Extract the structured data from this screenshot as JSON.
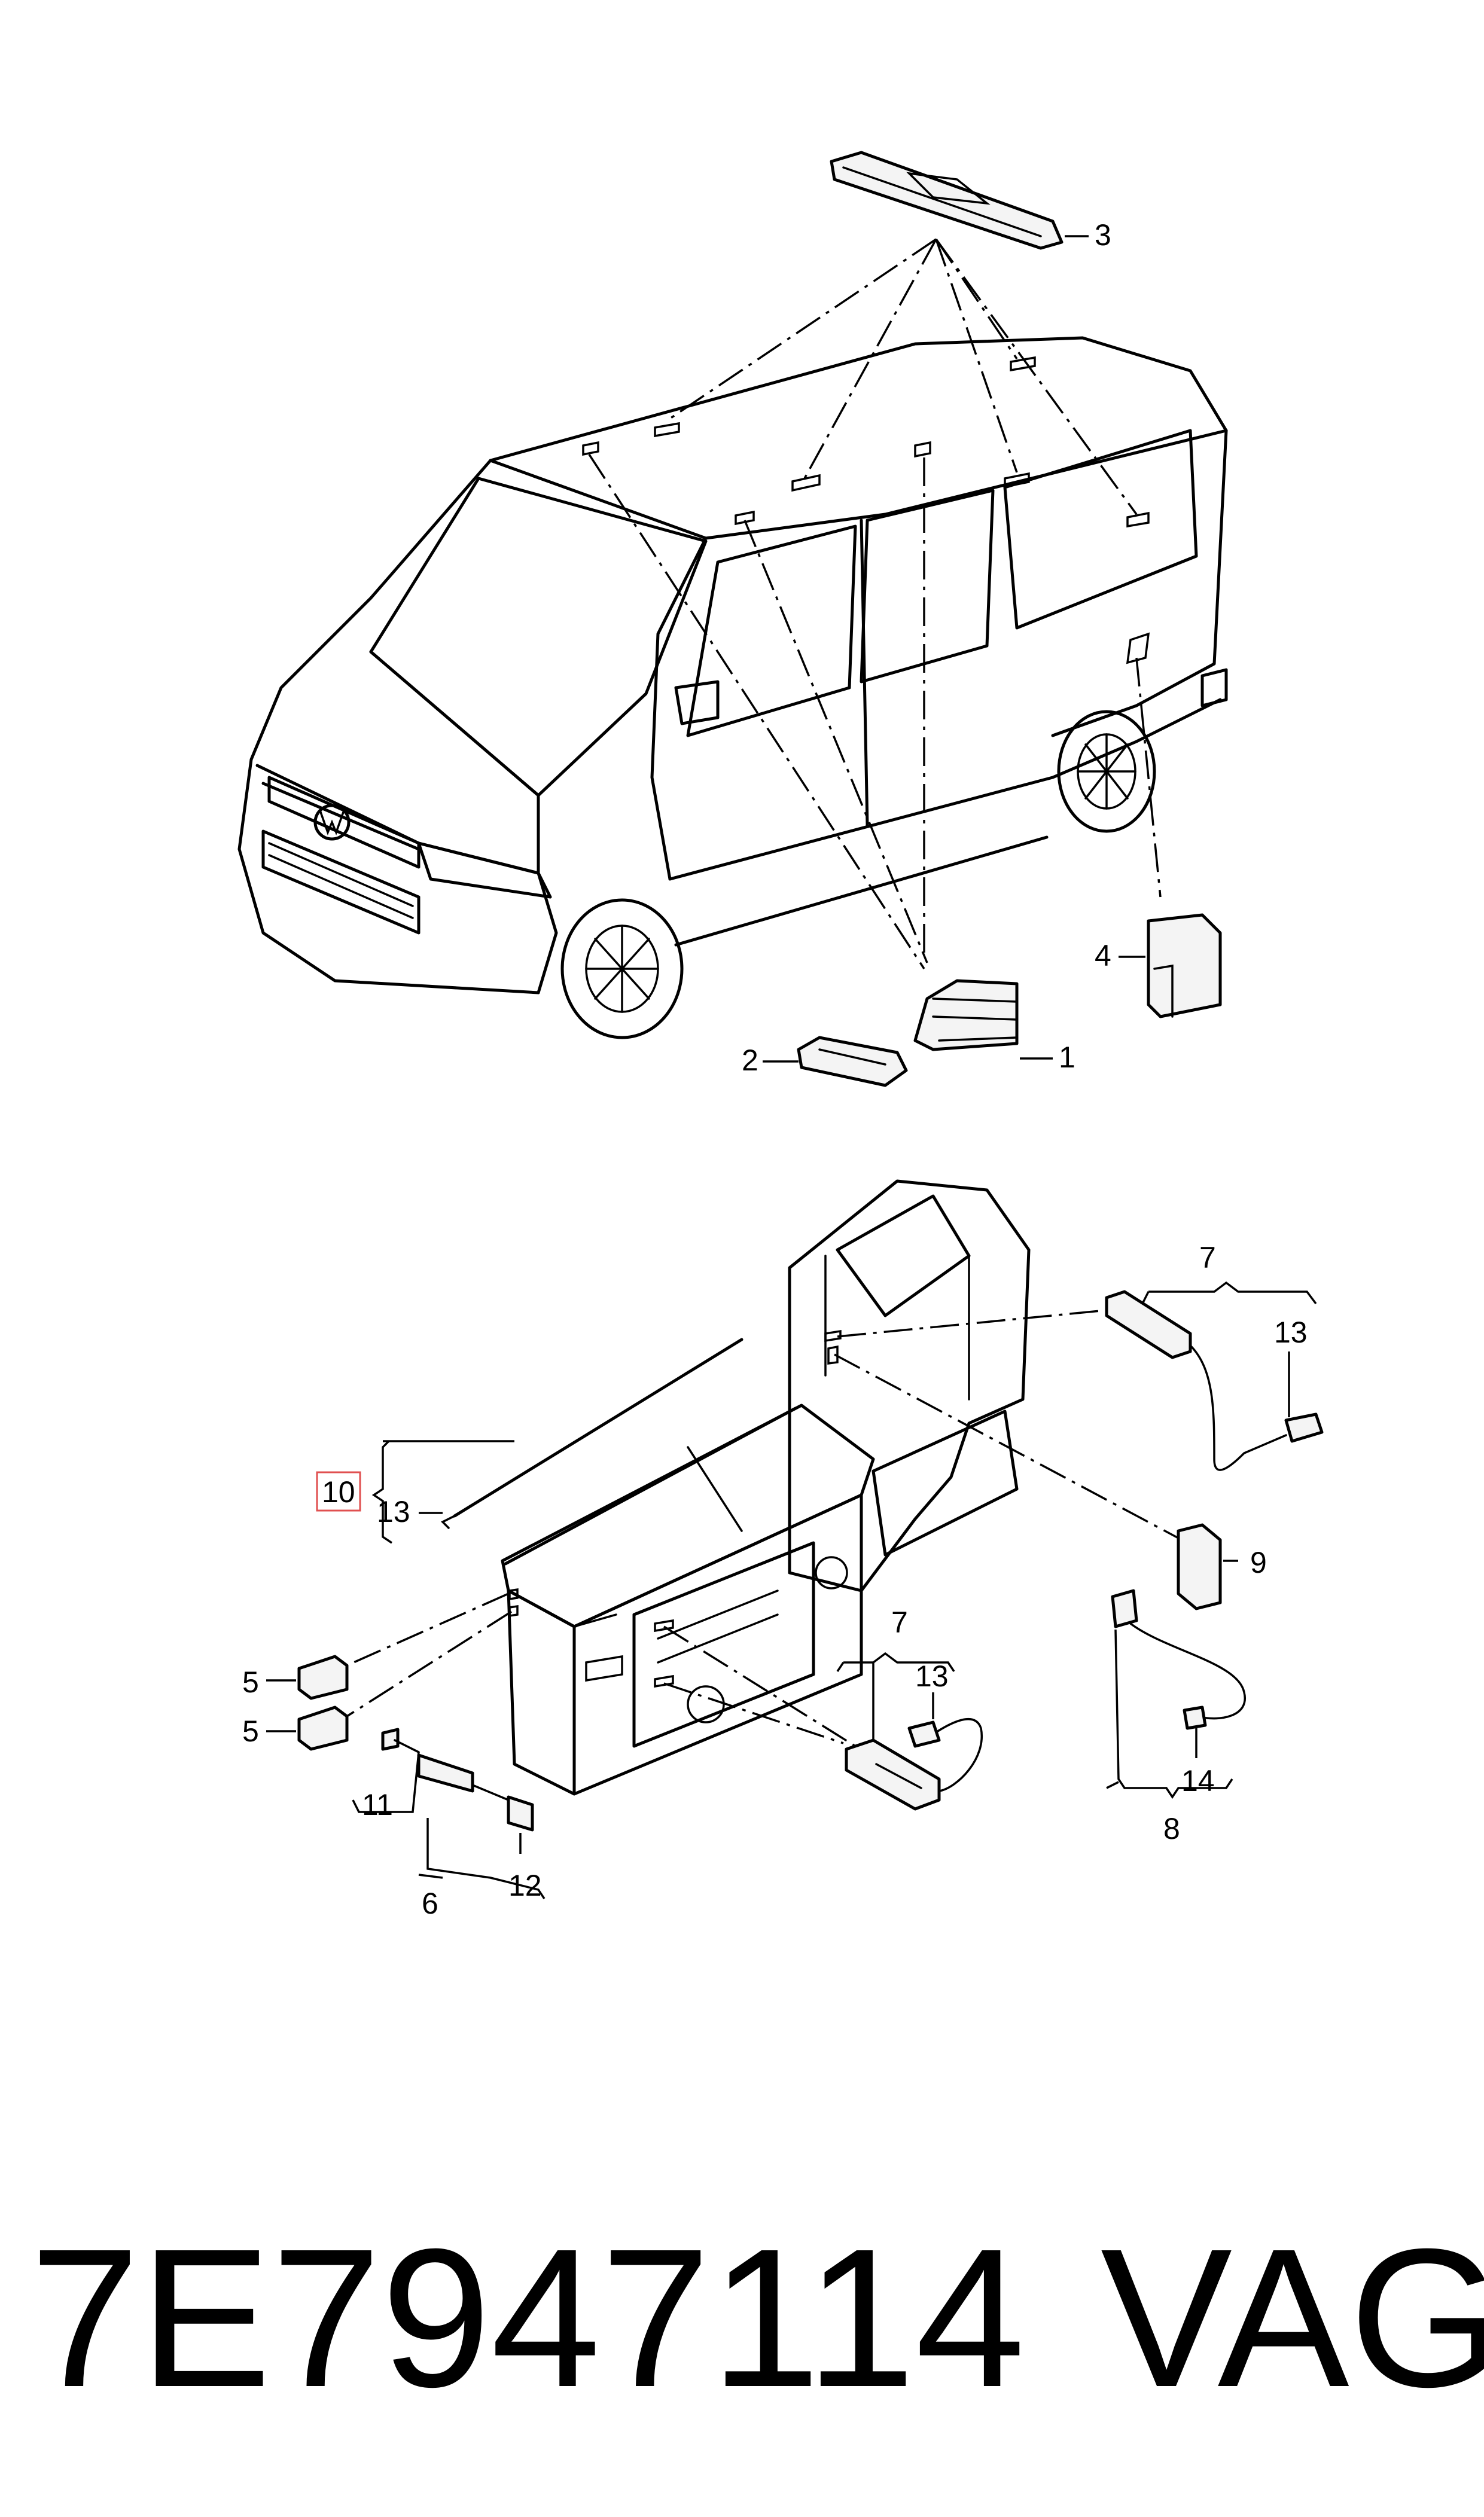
{
  "diagram": {
    "labels": {
      "p1": "1",
      "p2": "2",
      "p3": "3",
      "p4": "4",
      "p5a": "5",
      "p5b": "5",
      "p6": "6",
      "p7a": "7",
      "p7b": "7",
      "p8": "8",
      "p9": "9",
      "p10": "10",
      "p11": "11",
      "p12": "12",
      "p13a": "13",
      "p13b": "13",
      "p13c": "13",
      "p14": "14"
    },
    "highlight_color": "#e05050"
  },
  "footer": {
    "part_number": "7E7947114",
    "brand": "VAG"
  }
}
